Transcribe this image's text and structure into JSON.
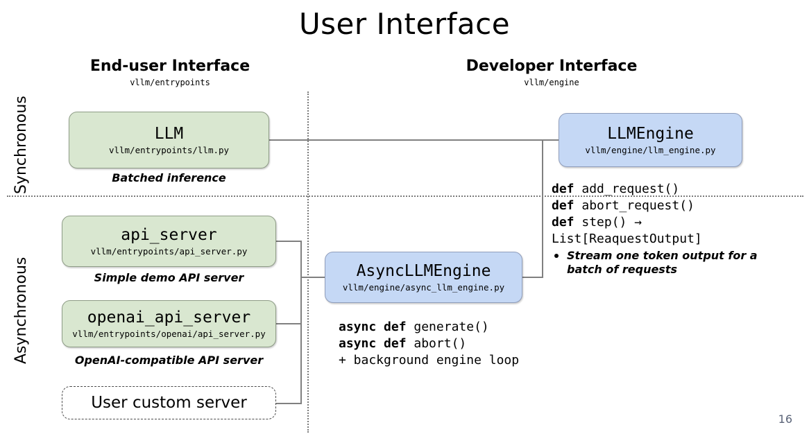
{
  "slide": {
    "title": "User Interface",
    "page_number": "16"
  },
  "columns": [
    {
      "title": "End-user Interface",
      "subtitle": "vllm/entrypoints"
    },
    {
      "title": "Developer Interface",
      "subtitle": "vllm/engine"
    }
  ],
  "side_labels": {
    "synchronous": "Synchronous",
    "asynchronous": "Asynchronous"
  },
  "colors": {
    "green_fill": "#d9e7d0",
    "green_border": "#8e9c86",
    "blue_fill": "#c5d8f5",
    "blue_border": "#8f9dbb",
    "connector": "#808080",
    "divider": "#7a7a7a",
    "page_number": "#5b6478"
  },
  "nodes": {
    "llm": {
      "title": "LLM",
      "path": "vllm/entrypoints/llm.py",
      "caption": "Batched inference"
    },
    "api_server": {
      "title": "api_server",
      "path": "vllm/entrypoints/api_server.py",
      "caption": "Simple demo API server"
    },
    "openai_api_server": {
      "title": "openai_api_server",
      "path": "vllm/entrypoints/openai/api_server.py",
      "caption": "OpenAI-compatible API server"
    },
    "user_custom_server": {
      "title": "User custom server"
    },
    "llm_engine": {
      "title": "LLMEngine",
      "path": "vllm/engine/llm_engine.py"
    },
    "async_llm_engine": {
      "title": "AsyncLLMEngine",
      "path": "vllm/engine/async_llm_engine.py"
    }
  },
  "llm_engine_api": {
    "lines": [
      {
        "keyword": "def",
        "rest": " add_request()"
      },
      {
        "keyword": "def",
        "rest": " abort_request()"
      },
      {
        "keyword": "def",
        "rest": " step() →"
      },
      {
        "keyword": "",
        "rest": "List[ReaquestOutput]"
      }
    ],
    "bullet": "Stream one token output for a batch of requests"
  },
  "async_engine_api": {
    "lines": [
      {
        "keyword": "async def",
        "rest": " generate()"
      },
      {
        "keyword": "async def",
        "rest": " abort()"
      },
      {
        "keyword": "",
        "rest": "+ background engine loop"
      }
    ]
  }
}
